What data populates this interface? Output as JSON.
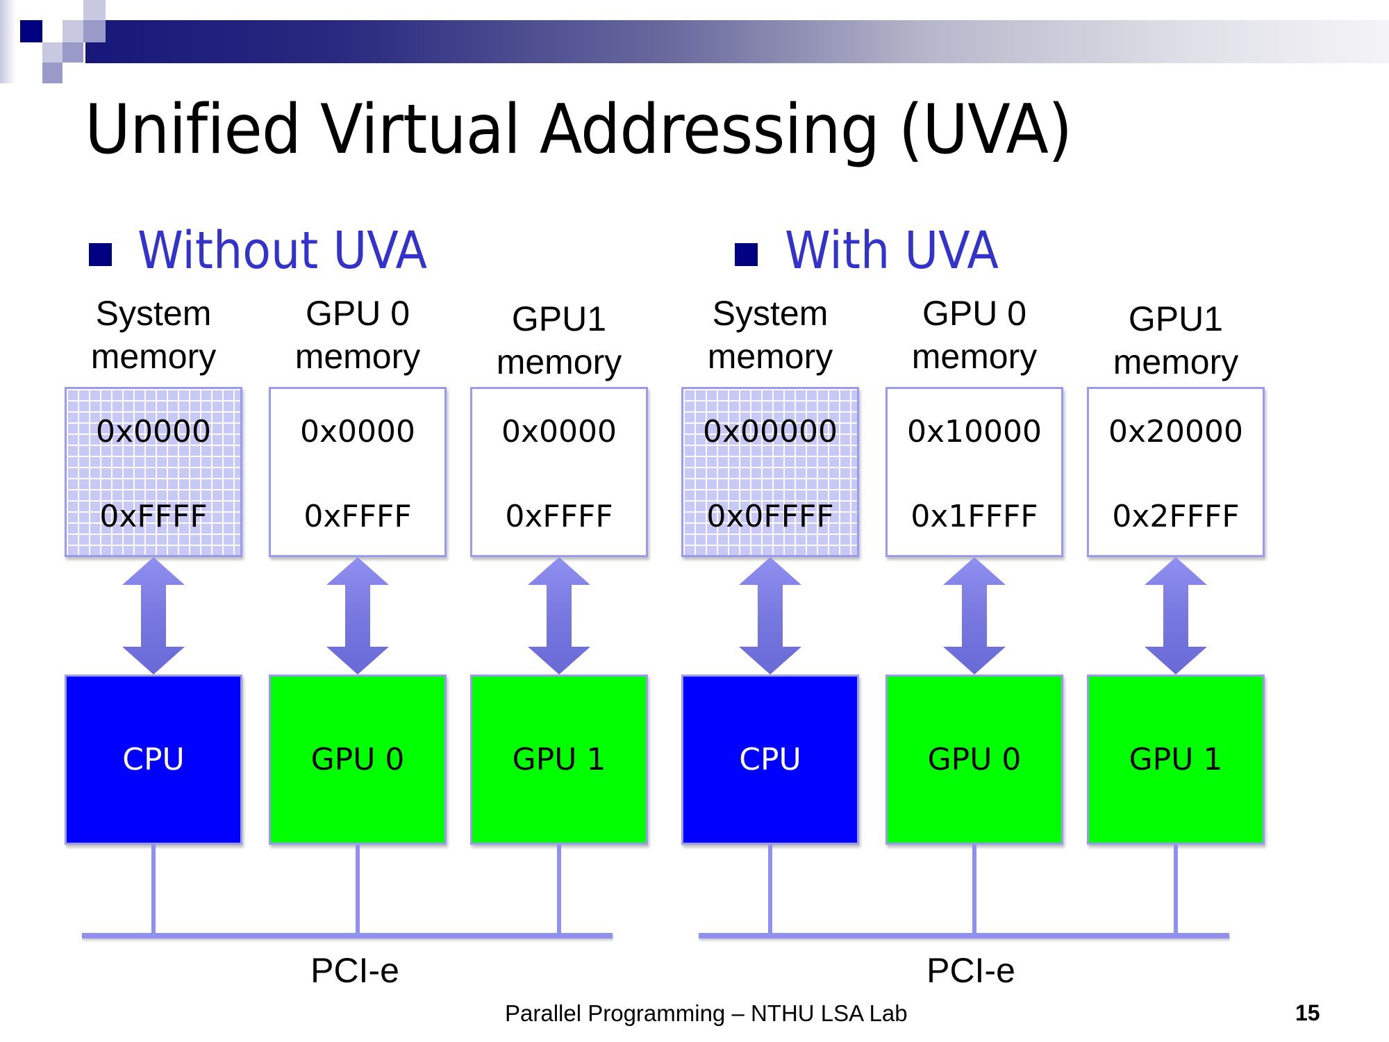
{
  "slide": {
    "title": "Unified Virtual Addressing (UVA)",
    "footer": "Parallel Programming – NTHU LSA Lab",
    "page_number": "15",
    "colors": {
      "header_bar_dark": "#17177a",
      "bullet": "#000080",
      "section_heading": "#3333cc",
      "cpu_box": "#0000ff",
      "gpu_box": "#00ff00",
      "memory_border": "#9a9aee",
      "system_memory_fill": "#c8c8f4",
      "connector": "#9090ee"
    }
  },
  "sections": [
    {
      "heading": "Without UVA",
      "columns": [
        {
          "label_line1": "System",
          "label_line2": "memory",
          "addr_start": "0x0000",
          "addr_end": "0xFFFF",
          "processor": "CPU",
          "kind": "cpu"
        },
        {
          "label_line1": "GPU 0",
          "label_line2": "memory",
          "addr_start": "0x0000",
          "addr_end": "0xFFFF",
          "processor": "GPU 0",
          "kind": "gpu"
        },
        {
          "label_line1": "GPU1",
          "label_line2": "memory",
          "addr_start": "0x0000",
          "addr_end": "0xFFFF",
          "processor": "GPU 1",
          "kind": "gpu"
        }
      ],
      "bus_label": "PCI-e"
    },
    {
      "heading": "With UVA",
      "columns": [
        {
          "label_line1": "System",
          "label_line2": "memory",
          "addr_start": "0x00000",
          "addr_end": "0x0FFFF",
          "processor": "CPU",
          "kind": "cpu"
        },
        {
          "label_line1": "GPU 0",
          "label_line2": "memory",
          "addr_start": "0x10000",
          "addr_end": "0x1FFFF",
          "processor": "GPU 0",
          "kind": "gpu"
        },
        {
          "label_line1": "GPU1",
          "label_line2": "memory",
          "addr_start": "0x20000",
          "addr_end": "0x2FFFF",
          "processor": "GPU 1",
          "kind": "gpu"
        }
      ],
      "bus_label": "PCI-e"
    }
  ]
}
